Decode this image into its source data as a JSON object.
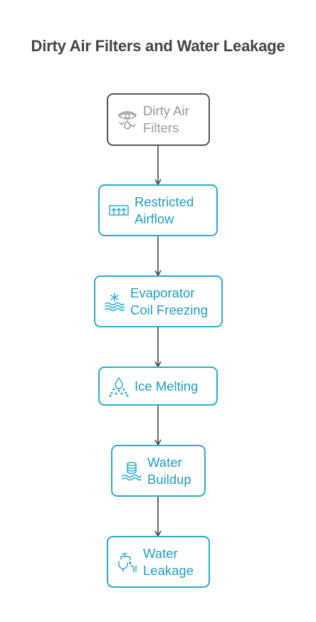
{
  "title": "Dirty Air Filters and Water Leakage",
  "colors": {
    "accent": "#2aaccf",
    "text_accent": "#1f9ec4",
    "start_border": "#555555",
    "start_text": "#9a9a9a",
    "arrow": "#444444"
  },
  "nodes": [
    {
      "id": "dirty-air-filters",
      "label": "Dirty Air\nFilters",
      "icon": "eye-filter-icon"
    },
    {
      "id": "restricted-airflow",
      "label": "Restricted\nAirflow",
      "icon": "airflow-vent-icon"
    },
    {
      "id": "evaporator-coil-freezing",
      "label": "Evaporator\nCoil Freezing",
      "icon": "snowflake-waves-icon"
    },
    {
      "id": "ice-melting",
      "label": "Ice Melting",
      "icon": "water-drop-icon"
    },
    {
      "id": "water-buildup",
      "label": "Water\nBuildup",
      "icon": "water-tank-icon"
    },
    {
      "id": "water-leakage",
      "label": "Water\nLeakage",
      "icon": "leaking-faucet-icon"
    }
  ]
}
